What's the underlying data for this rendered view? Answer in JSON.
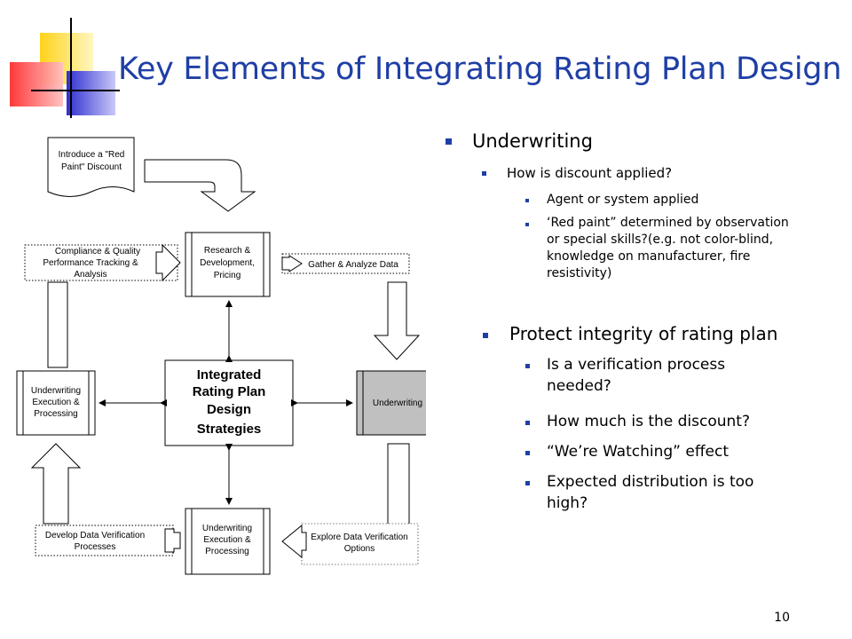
{
  "slide": {
    "title": "Key Elements of Integrating Rating Plan Design",
    "page_number": "10"
  },
  "diagram": {
    "note_doc": [
      "Introduce a \"Red",
      "Paint\" Discount"
    ],
    "compliance": [
      "Compliance & Quality",
      "Performance Tracking &",
      "Analysis"
    ],
    "research": [
      "Research &",
      "Development,",
      "Pricing"
    ],
    "gather": "Gather & Analyze Data",
    "center": [
      "Integrated",
      "Rating Plan",
      "Design",
      "Strategies"
    ],
    "left_box": [
      "Underwriting",
      "Execution &",
      "Processing"
    ],
    "right_box": "Underwriting",
    "bottom_box": [
      "Underwriting",
      "Execution &",
      "Processing"
    ],
    "develop": [
      "Develop Data Verification",
      "Processes"
    ],
    "explore": [
      "Explore Data Verification",
      "Options"
    ]
  },
  "bullets": {
    "l1a": "Underwriting",
    "l2a": "How is discount applied?",
    "l3a": "Agent or system applied",
    "l3b": [
      "‘Red paint” determined by observation",
      "or special skills?(e.g. not color-blind,",
      "knowledge on manufacturer, fire",
      "resistivity)"
    ],
    "l2b": "Protect integrity of rating plan",
    "l3c": [
      "Is a verification process",
      "needed?"
    ],
    "l3d": "How much is the discount?",
    "l3e": "“We’re Watching” effect",
    "l3f": [
      "Expected distribution is too",
      "high?"
    ]
  },
  "colors": {
    "title": "#1f3fa6",
    "bullet": "#1f3fa6",
    "logo_yellow": "#ffd31a",
    "logo_red": "#ff4a4a",
    "logo_blue": "#3b3bd1"
  }
}
